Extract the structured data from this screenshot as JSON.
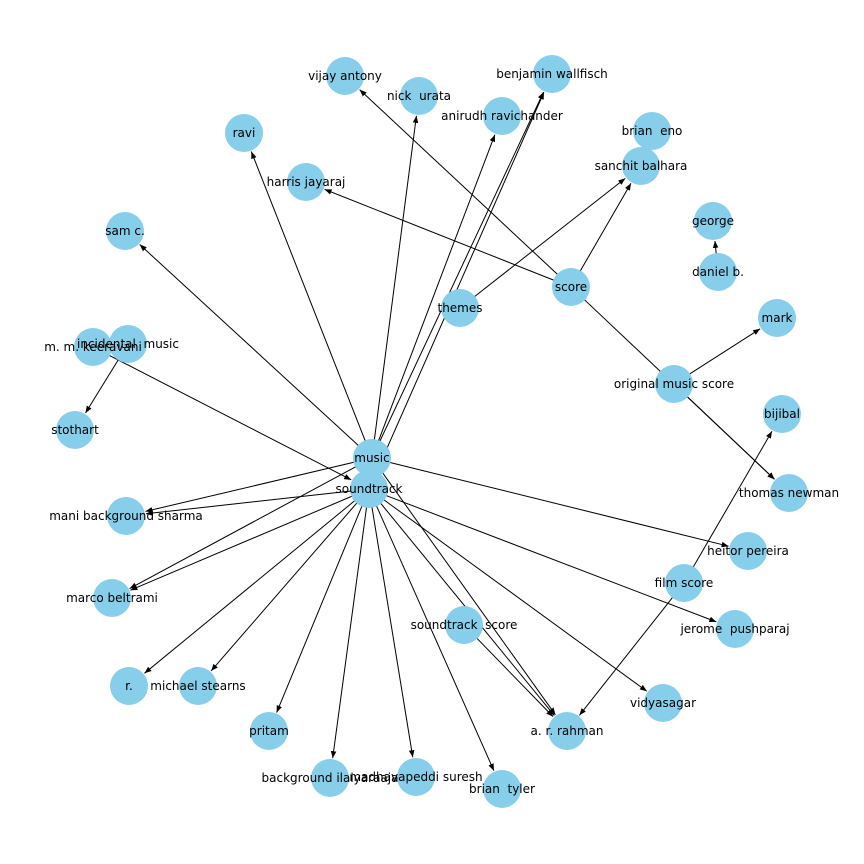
{
  "graph": {
    "node_color": "#87ceeb",
    "edge_color": "#000000",
    "label_color": "#000000",
    "nodes": [
      {
        "id": "music",
        "label": "music"
      },
      {
        "id": "soundtrack",
        "label": "soundtrack"
      },
      {
        "id": "score",
        "label": "score"
      },
      {
        "id": "themes",
        "label": "themes"
      },
      {
        "id": "original_music_score",
        "label": "original music score"
      },
      {
        "id": "film_score",
        "label": "film score"
      },
      {
        "id": "soundtrack_score",
        "label": "soundtrack  score"
      },
      {
        "id": "incidental_music",
        "label": "incidental  music"
      },
      {
        "id": "daniel_b",
        "label": "daniel b."
      },
      {
        "id": "george",
        "label": "george"
      },
      {
        "id": "vijay_antony",
        "label": "vijay antony"
      },
      {
        "id": "nick_urata",
        "label": "nick  urata"
      },
      {
        "id": "benjamin_wallfisch",
        "label": "benjamin wallfisch"
      },
      {
        "id": "anirudh_ravichander",
        "label": "anirudh ravichander"
      },
      {
        "id": "ravi",
        "label": "ravi"
      },
      {
        "id": "brian_eno",
        "label": "brian  eno"
      },
      {
        "id": "sanchit_balhara",
        "label": "sanchit balhara"
      },
      {
        "id": "harris_jayaraj",
        "label": "harris jayaraj"
      },
      {
        "id": "sam_c",
        "label": "sam c."
      },
      {
        "id": "mark",
        "label": "mark"
      },
      {
        "id": "m_m_keeravani",
        "label": "m. m. keeravani"
      },
      {
        "id": "stothart",
        "label": "stothart"
      },
      {
        "id": "bijibal",
        "label": "bijibal"
      },
      {
        "id": "thomas_newman",
        "label": "thomas newman"
      },
      {
        "id": "mani_background_sharma",
        "label": "mani background sharma"
      },
      {
        "id": "heitor_pereira",
        "label": "heitor pereira"
      },
      {
        "id": "marco_beltrami",
        "label": "marco beltrami"
      },
      {
        "id": "jerome_pushparaj",
        "label": "jerome  pushparaj"
      },
      {
        "id": "r",
        "label": "r."
      },
      {
        "id": "michael_stearns",
        "label": "michael stearns"
      },
      {
        "id": "vidyasagar",
        "label": "vidyasagar"
      },
      {
        "id": "pritam",
        "label": "pritam"
      },
      {
        "id": "a_r_rahman",
        "label": "a. r. rahman"
      },
      {
        "id": "background_ilaiyaraaja",
        "label": "background ilaiyaraaja"
      },
      {
        "id": "madhavapeddi_suresh",
        "label": "madhavapeddi suresh"
      },
      {
        "id": "brian_tyler",
        "label": "brian  tyler"
      }
    ],
    "edges": [
      {
        "source": "music",
        "target": "ravi"
      },
      {
        "source": "music",
        "target": "nick_urata"
      },
      {
        "source": "music",
        "target": "anirudh_ravichander"
      },
      {
        "source": "music",
        "target": "benjamin_wallfisch"
      },
      {
        "source": "music",
        "target": "sam_c"
      },
      {
        "source": "music",
        "target": "mani_background_sharma"
      },
      {
        "source": "music",
        "target": "marco_beltrami"
      },
      {
        "source": "music",
        "target": "heitor_pereira"
      },
      {
        "source": "music",
        "target": "a_r_rahman"
      },
      {
        "source": "soundtrack",
        "target": "benjamin_wallfisch"
      },
      {
        "source": "soundtrack",
        "target": "mani_background_sharma"
      },
      {
        "source": "soundtrack",
        "target": "marco_beltrami"
      },
      {
        "source": "soundtrack",
        "target": "r"
      },
      {
        "source": "soundtrack",
        "target": "michael_stearns"
      },
      {
        "source": "soundtrack",
        "target": "pritam"
      },
      {
        "source": "soundtrack",
        "target": "background_ilaiyaraaja"
      },
      {
        "source": "soundtrack",
        "target": "madhavapeddi_suresh"
      },
      {
        "source": "soundtrack",
        "target": "brian_tyler"
      },
      {
        "source": "soundtrack",
        "target": "vidyasagar"
      },
      {
        "source": "soundtrack",
        "target": "jerome_pushparaj"
      },
      {
        "source": "soundtrack",
        "target": "a_r_rahman"
      },
      {
        "source": "m_m_keeravani",
        "target": "soundtrack"
      },
      {
        "source": "score",
        "target": "vijay_antony"
      },
      {
        "source": "score",
        "target": "harris_jayaraj"
      },
      {
        "source": "score",
        "target": "sanchit_balhara"
      },
      {
        "source": "score",
        "target": "thomas_newman"
      },
      {
        "source": "themes",
        "target": "sanchit_balhara"
      },
      {
        "source": "original_music_score",
        "target": "mark"
      },
      {
        "source": "original_music_score",
        "target": "thomas_newman"
      },
      {
        "source": "film_score",
        "target": "bijibal"
      },
      {
        "source": "film_score",
        "target": "a_r_rahman"
      },
      {
        "source": "soundtrack_score",
        "target": "a_r_rahman"
      },
      {
        "source": "incidental_music",
        "target": "stothart"
      },
      {
        "source": "daniel_b",
        "target": "george"
      }
    ]
  }
}
